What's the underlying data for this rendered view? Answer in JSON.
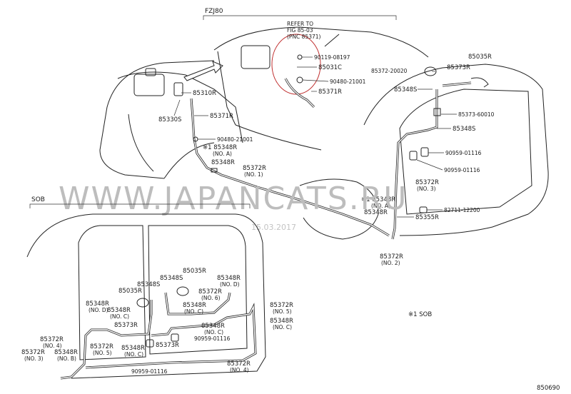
{
  "header": {
    "model": "FZJ80",
    "variant": "SOB",
    "footnote": "※1 SOB",
    "figure_number": "850690"
  },
  "refer": {
    "line1": "REFER TO",
    "line2": "FIG 85-03",
    "line3": "(PNC 85371)"
  },
  "watermark": {
    "site": "WWW.JAPANCATS.RU",
    "date": "15.03.2017"
  },
  "upper_labels": {
    "p90119": "90119-08197",
    "p85031C": "85031C",
    "p90480a": "90480-21001",
    "p85371R_top": "85371R",
    "p85310R": "85310R",
    "p85330S": "85330S",
    "p85371R": "85371R",
    "p90480b": "90480-21001",
    "p85348R_a": "※1 85348R",
    "p85348R_a_sub": "(NO. A)",
    "p85348R": "85348R",
    "p85372R_1": "85372R",
    "p85372R_1_sub": "(NO. 1)",
    "p85035R": "85035R",
    "p85372_20020": "85372-20020",
    "p85373R": "85373R",
    "p85348S": "85348S",
    "p85373_60010": "85373-60010",
    "p85348S_b": "85348S",
    "p90959a": "90959-01116",
    "p90959b": "90959-01116",
    "p85372R_3": "85372R",
    "p85372R_3_sub": "(NO. 3)",
    "p85348R_a2": "※1 85348R",
    "p85348R_a2_sub": "(NO. A)",
    "p85348R_b": "85348R",
    "p82711": "82711-12200",
    "p85355R": "85355R",
    "p85372R_2": "85372R",
    "p85372R_2_sub": "(NO. 2)"
  },
  "lower_labels": {
    "l85035R": "85035R",
    "l85348S_a": "85348S",
    "l85348S_b": "85348S",
    "l85348R_d": "85348R",
    "l85348R_d_sub": "(NO. D)",
    "l85035R_b": "85035R",
    "l85348R_nod": "85348R",
    "l85348R_nod_sub": "(NO. D)",
    "l85372R_6": "85372R",
    "l85372R_6_sub": "(NO. 6)",
    "l85348R_c1": "85348R",
    "l85348R_c1_sub": "(NO. C)",
    "l85348R_c2": "85348R",
    "l85348R_c2_sub": "(NO. C)",
    "l85372R_5r": "85372R",
    "l85372R_5r_sub": "(NO. 5)",
    "l85348R_cr": "85348R",
    "l85348R_cr_sub": "(NO. C)",
    "l85373R_a": "85373R",
    "l85348R_c3": "85348R",
    "l85348R_c3_sub": "(NO. C)",
    "l90959": "90959-01116",
    "l85372R_4": "85372R",
    "l85372R_4_sub": "(NO. 4)",
    "l85372R_5": "85372R",
    "l85372R_5_sub": "(NO. 5)",
    "l85348R_c4": "85348R",
    "l85348R_c4_sub": "(NO. C)",
    "l85373R_b": "85373R",
    "l85372R_3": "85372R",
    "l85372R_3_sub": "(NO. 3)",
    "l85348R_b": "85348R",
    "l85348R_b_sub": "(NO. B)",
    "l90959_b": "90959-01116",
    "l85372R_4b": "85372R",
    "l85372R_4b_sub": "(NO. 4)"
  }
}
